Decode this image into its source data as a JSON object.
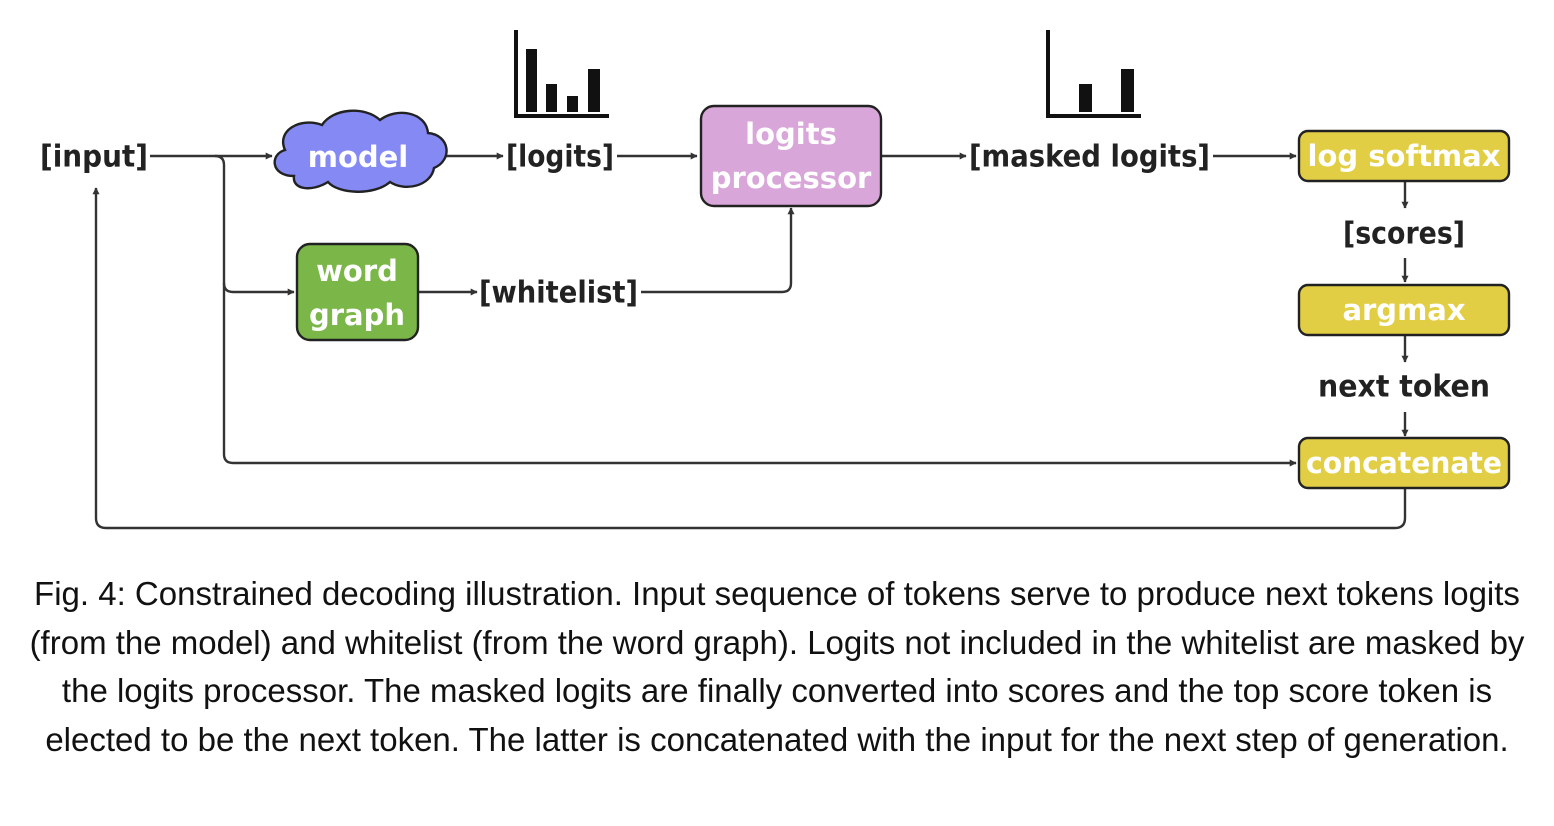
{
  "labels": {
    "input": "[input]",
    "logits": "[logits]",
    "masked_logits": "[masked logits]",
    "whitelist": "[whitelist]",
    "scores": "[scores]",
    "next_token": "next token"
  },
  "nodes": {
    "model": "model",
    "word_graph": [
      "word",
      "graph"
    ],
    "logits_processor": [
      "logits",
      "processor"
    ],
    "log_softmax": "log softmax",
    "argmax": "argmax",
    "concatenate": "concatenate"
  },
  "icons": {
    "logits_chart": "bar-chart-icon",
    "masked_logits_chart": "bar-chart-icon"
  },
  "colors": {
    "model": "#8489f4",
    "word_graph": "#7ab648",
    "logits_processor": "#d9a6d9",
    "yellow_nodes": "#e2ce44",
    "edges": "#333333"
  },
  "caption": "Fig. 4: Constrained decoding illustration. Input sequence of tokens serve to produce next tokens logits (from the model) and whitelist (from the word graph). Logits not included in the whitelist are masked by the logits processor. The masked logits are finally converted into scores and the top score token is elected to be the next token. The latter is concatenated with the input for the next step of generation."
}
